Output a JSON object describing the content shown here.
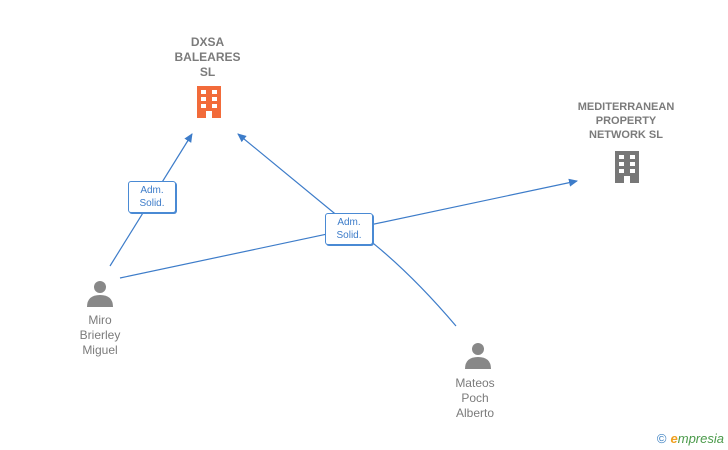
{
  "nodes": {
    "dxsa": {
      "name_lines": [
        "DXSA",
        "BALEARES",
        "SL"
      ],
      "color": "#f26b3a"
    },
    "mediterranean": {
      "name_lines": [
        "MEDITERRANEAN",
        "PROPERTY",
        "NETWORK  SL"
      ],
      "color": "#777777"
    },
    "miro": {
      "name_lines": [
        "Miro",
        "Brierley",
        "Miguel"
      ]
    },
    "mateos": {
      "name_lines": [
        "Mateos",
        "Poch",
        "Alberto"
      ]
    }
  },
  "edges": {
    "label_1": [
      "Adm.",
      "Solid."
    ],
    "label_2": [
      "Adm.",
      "Solid."
    ],
    "color": "#3d7cc9"
  },
  "watermark": {
    "copyright": "©",
    "brand_initial": "e",
    "brand_rest": "mpresia"
  }
}
